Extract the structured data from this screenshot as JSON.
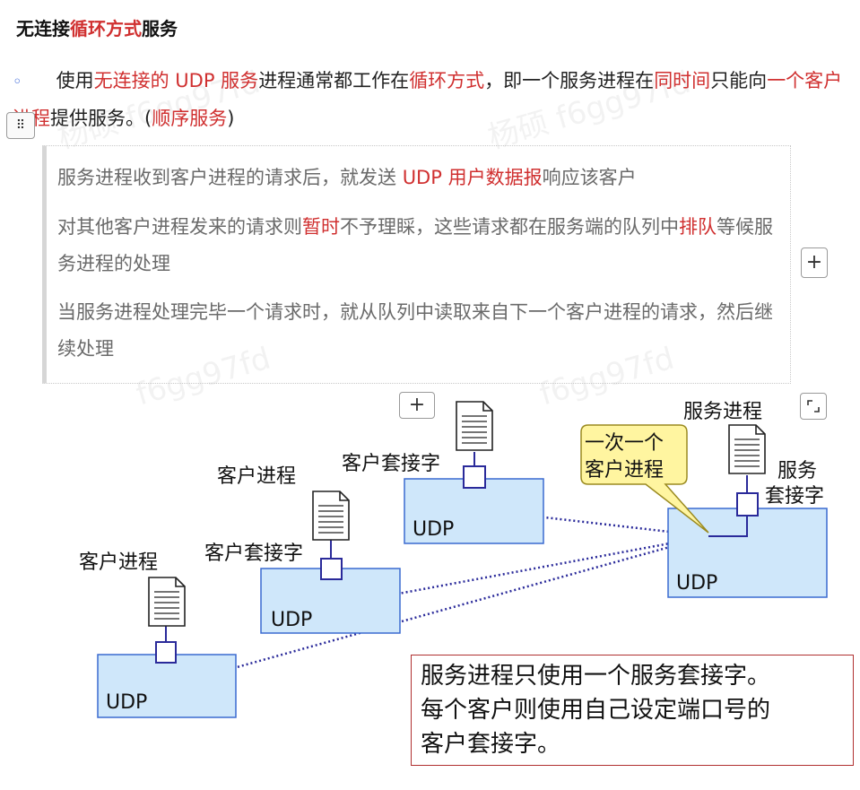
{
  "heading": {
    "prefix": "无连接",
    "highlight": "循环方式",
    "suffix": "服务"
  },
  "bullet": {
    "marker": "◦",
    "parts": [
      {
        "text": "使用",
        "highlight": false
      },
      {
        "text": "无连接的 UDP 服务",
        "highlight": true
      },
      {
        "text": "进程通常都工作在",
        "highlight": false
      },
      {
        "text": "循环方式",
        "highlight": true
      },
      {
        "text": "，即一个服务进程在",
        "highlight": false
      },
      {
        "text": "同时间",
        "highlight": true
      },
      {
        "text": "只能向",
        "highlight": false
      },
      {
        "text": "一个客户进程",
        "highlight": true
      },
      {
        "text": "提供服务。(",
        "highlight": false
      },
      {
        "text": "顺序服务",
        "highlight": true
      },
      {
        "text": ")",
        "highlight": false
      }
    ]
  },
  "quote": {
    "p1_a": "服务进程收到客户进程的请求后，就发送 ",
    "p1_b": "UDP 用户数据报",
    "p1_c": "响应该客户",
    "p2_a": "对其他客户进程发来的请求则",
    "p2_b": "暂时",
    "p2_c": "不予理睬，这些请求都在服务端的队列中",
    "p2_d": "排队",
    "p2_e": "等候服务进程的处理",
    "p3": "当服务进程处理完毕一个请求时，就从队列中读取来自下一个客户进程的请求，然后继续处理"
  },
  "controls": {
    "handle_glyph": "⠿",
    "plus_glyph": "+"
  },
  "diagram": {
    "udp_label": "UDP",
    "client_process": "客户进程",
    "client_socket": "客户套接字",
    "server_process": "服务进程",
    "server_socket_line1": "服务",
    "server_socket_line2": "套接字",
    "callout_line1": "一次一个",
    "callout_line2": "客户进程",
    "box_fill": "#cfe7fa",
    "box_stroke": "#3a6ad0",
    "link_color": "#2a2a9a",
    "callout_fill": "#fff5a0"
  },
  "note": {
    "line1": "服务进程只使用一个服务套接字。",
    "line2": "每个客户则使用自己设定端口号的",
    "line3": "客户套接字。"
  }
}
